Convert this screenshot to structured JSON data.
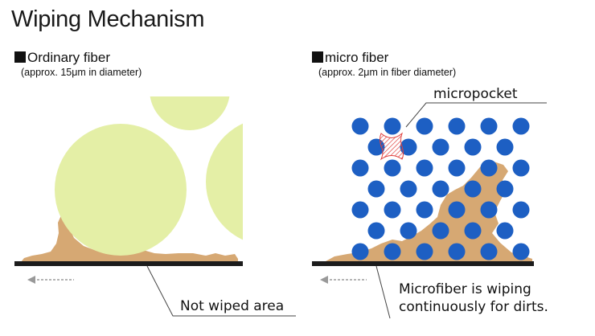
{
  "title": "Wiping Mechanism",
  "left_panel": {
    "heading": "Ordinary fiber",
    "subheading": "(approx. 15μm in diameter)",
    "callout": "Not wiped area"
  },
  "right_panel": {
    "heading": "micro fiber",
    "subheading": "(approx. 2μm in fiber diameter)",
    "pocket_label": "micropocket",
    "callout_line1": "Microfiber is wiping",
    "callout_line2": "continuously for dirts."
  },
  "colors": {
    "large_fiber": "#e4efa6",
    "micro_fiber": "#1d5fc3",
    "dirt": "#d6a873",
    "surface": "#1c1c1c",
    "pocket_hatch": "#e0413e",
    "arrow": "#888888"
  }
}
